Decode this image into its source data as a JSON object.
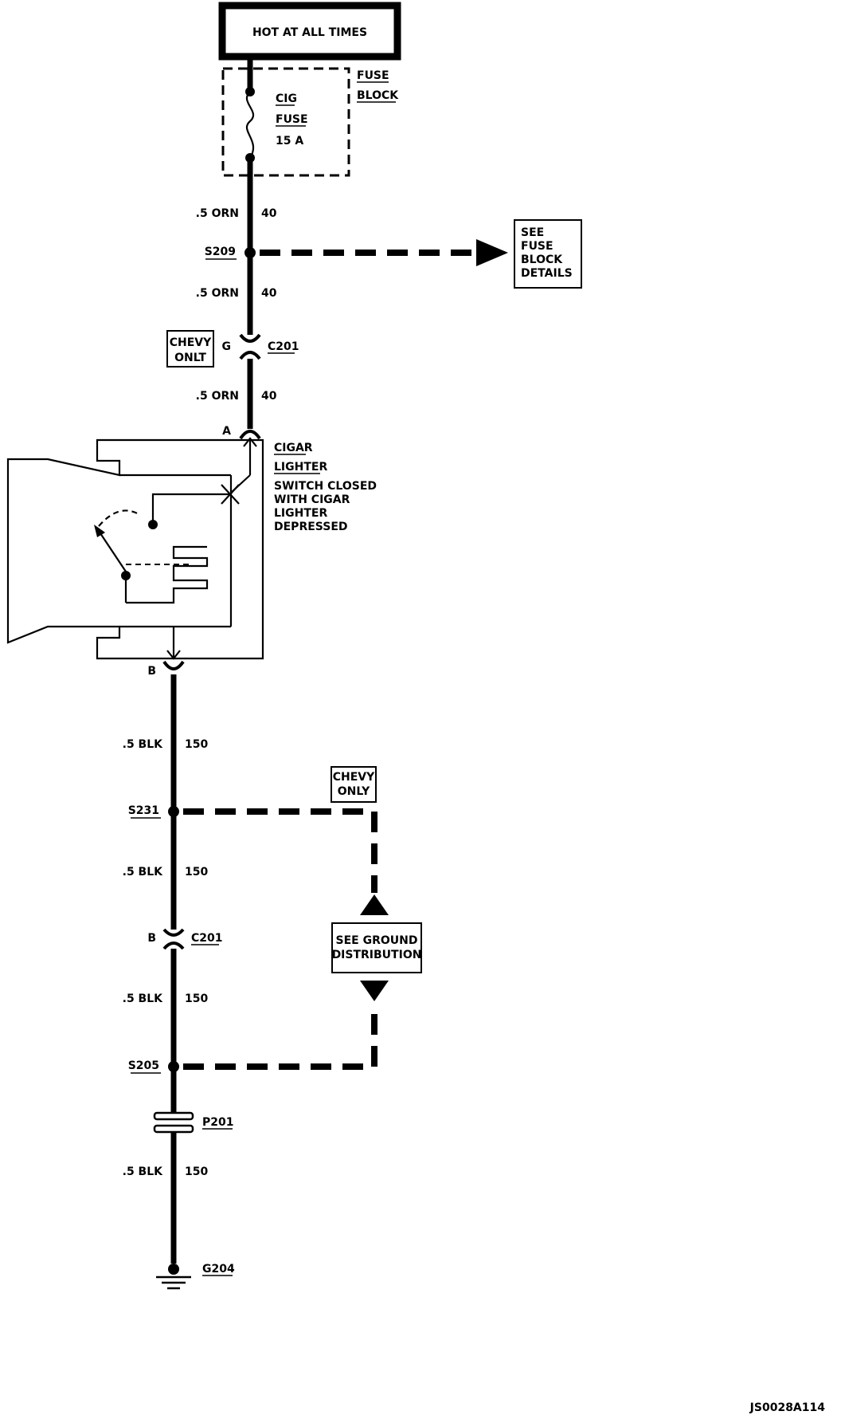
{
  "header": {
    "power_label": "HOT AT ALL TIMES"
  },
  "fuse_block": {
    "title_line1": "FUSE",
    "title_line2": "BLOCK",
    "fuse_name_line1": "CIG",
    "fuse_name_line2": "FUSE",
    "fuse_rating": "15 A"
  },
  "wires": {
    "seg1": {
      "size_color": ".5 ORN",
      "circuit": "40"
    },
    "seg2": {
      "size_color": ".5 ORN",
      "circuit": "40"
    },
    "seg3": {
      "size_color": ".5 ORN",
      "circuit": "40"
    },
    "seg4": {
      "size_color": ".5 BLK",
      "circuit": "150"
    },
    "seg5": {
      "size_color": ".5 BLK",
      "circuit": "150"
    },
    "seg6": {
      "size_color": ".5 BLK",
      "circuit": "150"
    },
    "seg7": {
      "size_color": ".5 BLK",
      "circuit": "150"
    }
  },
  "splices": {
    "s209": "S209",
    "s231": "S231",
    "s205": "S205"
  },
  "connectors": {
    "c201_top": {
      "pin": "G",
      "name": "C201"
    },
    "lighter_a": {
      "pin": "A"
    },
    "lighter_b": {
      "pin": "B"
    },
    "c201_bottom": {
      "pin": "B",
      "name": "C201"
    },
    "p201": "P201"
  },
  "notes": {
    "see_fuse_block": [
      "SEE",
      "FUSE",
      "BLOCK",
      "DETAILS"
    ],
    "chevy_top": [
      "CHEVY",
      "ONLT"
    ],
    "chevy_bottom": [
      "CHEVY",
      "ONLY"
    ],
    "see_ground": [
      "SEE GROUND",
      "DISTRIBUTION"
    ]
  },
  "component": {
    "name_line1": "CIGAR",
    "name_line2": "LIGHTER",
    "desc": [
      "SWITCH CLOSED",
      "WITH CIGAR",
      "LIGHTER",
      "DEPRESSED"
    ]
  },
  "ground": {
    "name": "G204"
  },
  "figure_id": "JS0028A114"
}
